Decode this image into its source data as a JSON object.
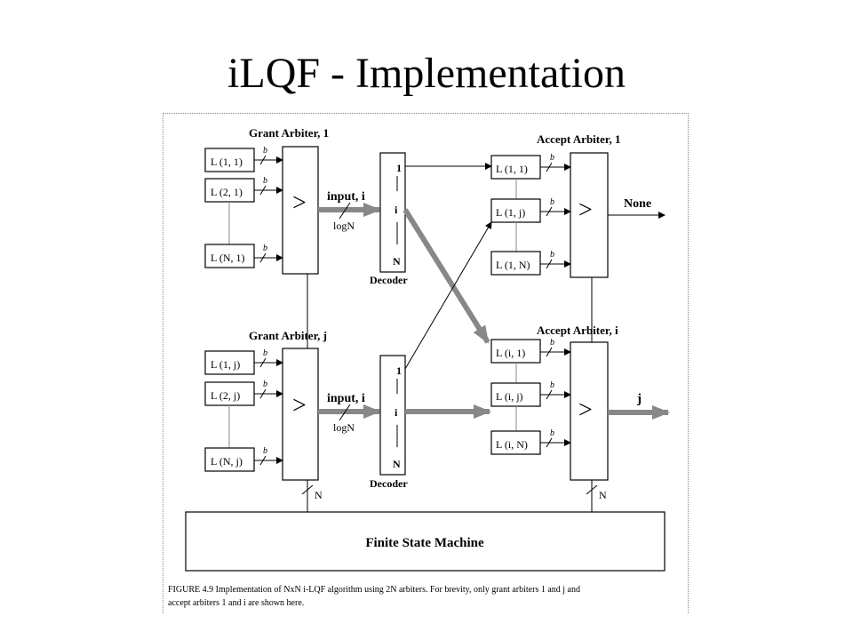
{
  "slide": {
    "title": "iLQF - Implementation"
  },
  "figure": {
    "grant_arbiter_1": {
      "title": "Grant Arbiter, 1",
      "symbol": ">",
      "inputs": [
        "L (1, 1)",
        "L (2, 1)",
        "L (N, 1)"
      ],
      "bus_label": "b",
      "output_label": "input, i",
      "width_label": "logN"
    },
    "grant_arbiter_j": {
      "title": "Grant Arbiter, j",
      "symbol": ">",
      "inputs": [
        "L (1, j)",
        "L (2, j)",
        "L (N, j)"
      ],
      "bus_label": "b",
      "output_label": "input, i",
      "width_label": "logN"
    },
    "decoder_top": {
      "label": "Decoder",
      "rows": [
        "1",
        "i",
        "N"
      ]
    },
    "decoder_bottom": {
      "label": "Decoder",
      "rows": [
        "1",
        "i",
        "N"
      ]
    },
    "accept_arbiter_1": {
      "title": "Accept Arbiter, 1",
      "symbol": ">",
      "inputs": [
        "L (1, 1)",
        "L (1, j)",
        "L (1, N)"
      ],
      "bus_label": "b",
      "output_label": "None"
    },
    "accept_arbiter_i": {
      "title": "Accept Arbiter, i",
      "symbol": ">",
      "inputs": [
        "L (i, 1)",
        "L (i, j)",
        "L (i, N)"
      ],
      "bus_label": "b",
      "output_label": "j"
    },
    "fsm": {
      "label": "Finite State Machine",
      "bus_label": "N"
    },
    "caption": {
      "line1": "FIGURE 4.9  Implementation of NxN i-LQF algorithm using 2N arbiters. For brevity, only grant arbiters 1 and j and",
      "line2": "accept arbiters 1 and i are shown here."
    }
  }
}
